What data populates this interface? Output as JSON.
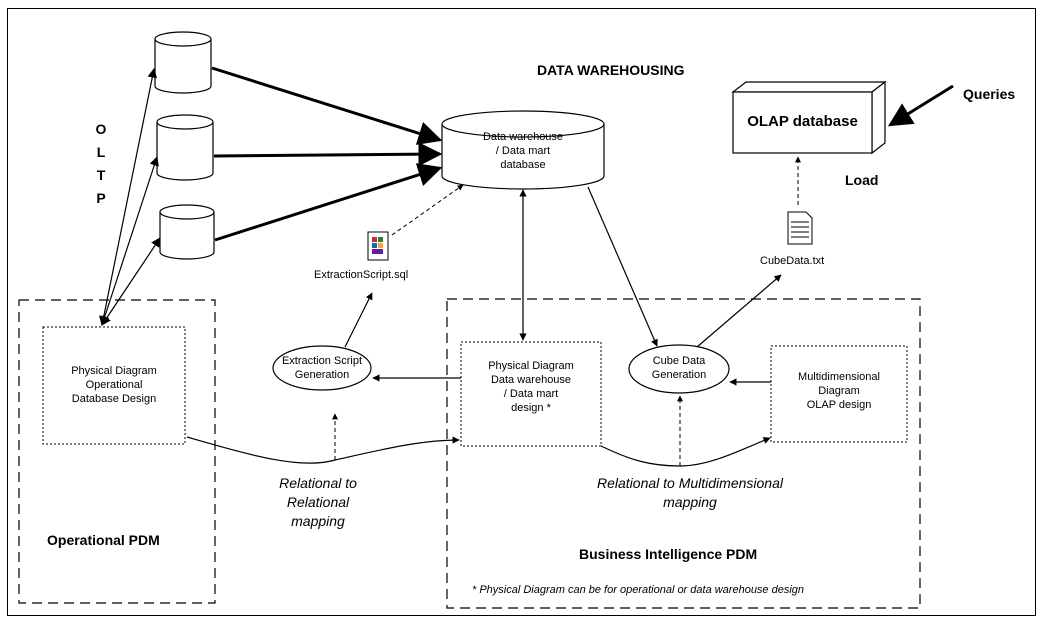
{
  "title": "DATA WAREHOUSING",
  "oltp_letters": [
    "O",
    "L",
    "T",
    "P"
  ],
  "dw_database": [
    "Data warehouse",
    "/ Data mart",
    "database"
  ],
  "olap_database": "OLAP database",
  "queries": "Queries",
  "load": "Load",
  "extraction_script_file": "ExtractionScript.sql",
  "cube_data_file": "CubeData.txt",
  "operational_physical_diagram": [
    "Physical Diagram",
    "Operational",
    "Database Design"
  ],
  "extraction_script_generation": [
    "Extraction Script",
    "Generation"
  ],
  "dw_physical_diagram": [
    "Physical Diagram",
    "Data warehouse",
    "/ Data mart",
    "design *"
  ],
  "cube_data_generation": [
    "Cube Data",
    "Generation"
  ],
  "multidimensional_diagram": [
    "Multidimensional",
    "Diagram",
    "OLAP design"
  ],
  "relational_mapping": [
    "Relational to",
    "Relational",
    "mapping"
  ],
  "multidimensional_mapping": [
    "Relational to Multidimensional",
    "mapping"
  ],
  "operational_pdm": "Operational PDM",
  "bi_pdm": "Business Intelligence PDM",
  "footnote": "* Physical Diagram can be for operational or data warehouse design"
}
